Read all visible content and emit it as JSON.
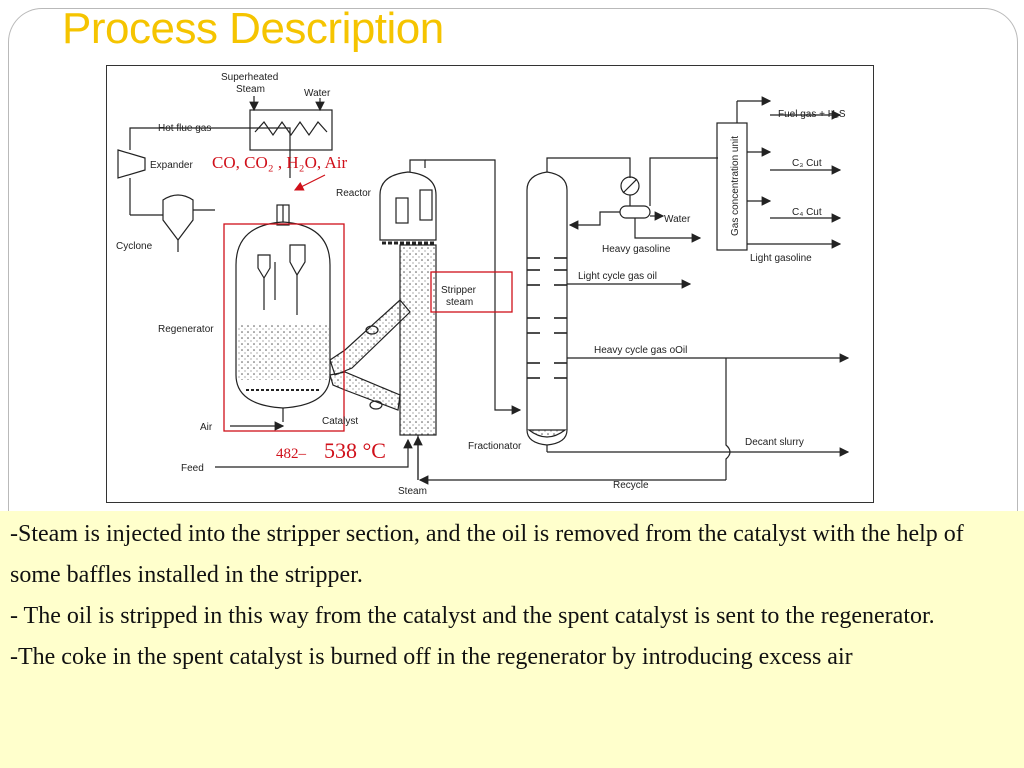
{
  "slide": {
    "title": "Process Description"
  },
  "diagram": {
    "labels": {
      "superheated_steam_line1": "Superheated",
      "superheated_steam_line2": "Steam",
      "water_top": "Water",
      "hot_flue_gas": "Hot flue gas",
      "expander": "Expander",
      "cyclone": "Cyclone",
      "reactor": "Reactor",
      "regenerator": "Regenerator",
      "air": "Air",
      "catalyst": "Catalyst",
      "feed": "Feed",
      "steam": "Steam",
      "stripper_steam_line1": "Stripper",
      "stripper_steam_line2": "steam",
      "fuel_gas": "Fuel gas + H₂S",
      "c3_cut": "C₃ Cut",
      "c4_cut": "C₄ Cut",
      "gas_concentration_unit": "Gas concentration unit",
      "water_mid": "Water",
      "heavy_gasoline": "Heavy gasoline",
      "light_gasoline": "Light gasoline",
      "light_cycle_gas_oil": "Light cycle gas oil",
      "heavy_cycle_gas_oil": "Heavy cycle gas oOil",
      "fractionator": "Fractionator",
      "decant_slurry": "Decant slurry",
      "recycle": "Recycle"
    },
    "annotations": {
      "flue_composition": "CO, CO₂ , H₂O, Air",
      "temperature_low": "482–",
      "temperature_high": "538 °C"
    },
    "colors": {
      "annotation": "#d0101a",
      "highlight_box": "#d0101a"
    }
  },
  "description": {
    "paragraphs": [
      "-Steam is injected into the stripper section, and the oil is removed from the catalyst with the help of some baffles installed in the stripper.",
      "- The oil is stripped in this way from the catalyst and the spent catalyst is sent to the regenerator.",
      "-The coke in the spent catalyst is burned off in the regenerator by introducing excess air"
    ]
  },
  "colors": {
    "title": "#f5c400",
    "description_bg": "#ffffcc"
  }
}
